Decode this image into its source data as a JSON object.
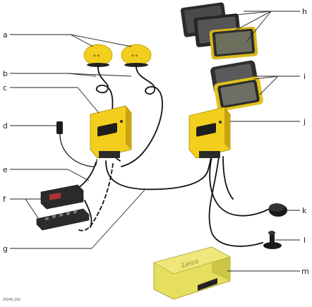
{
  "figure": {
    "image_code": "26249_002",
    "logo_text": "Leica",
    "labels": {
      "a": "a",
      "b": "b",
      "c": "c",
      "d": "d",
      "e": "e",
      "f": "f",
      "g": "g",
      "h": "h",
      "i": "i",
      "j": "j",
      "k": "k",
      "l": "l",
      "m": "m"
    }
  },
  "colors": {
    "yellow": "#f2cf1c",
    "yellow_dark": "#c9a40c",
    "black": "#1a1a1a",
    "tablet_gray": "#3b3b3b",
    "case_yellow": "#e9e26a"
  }
}
